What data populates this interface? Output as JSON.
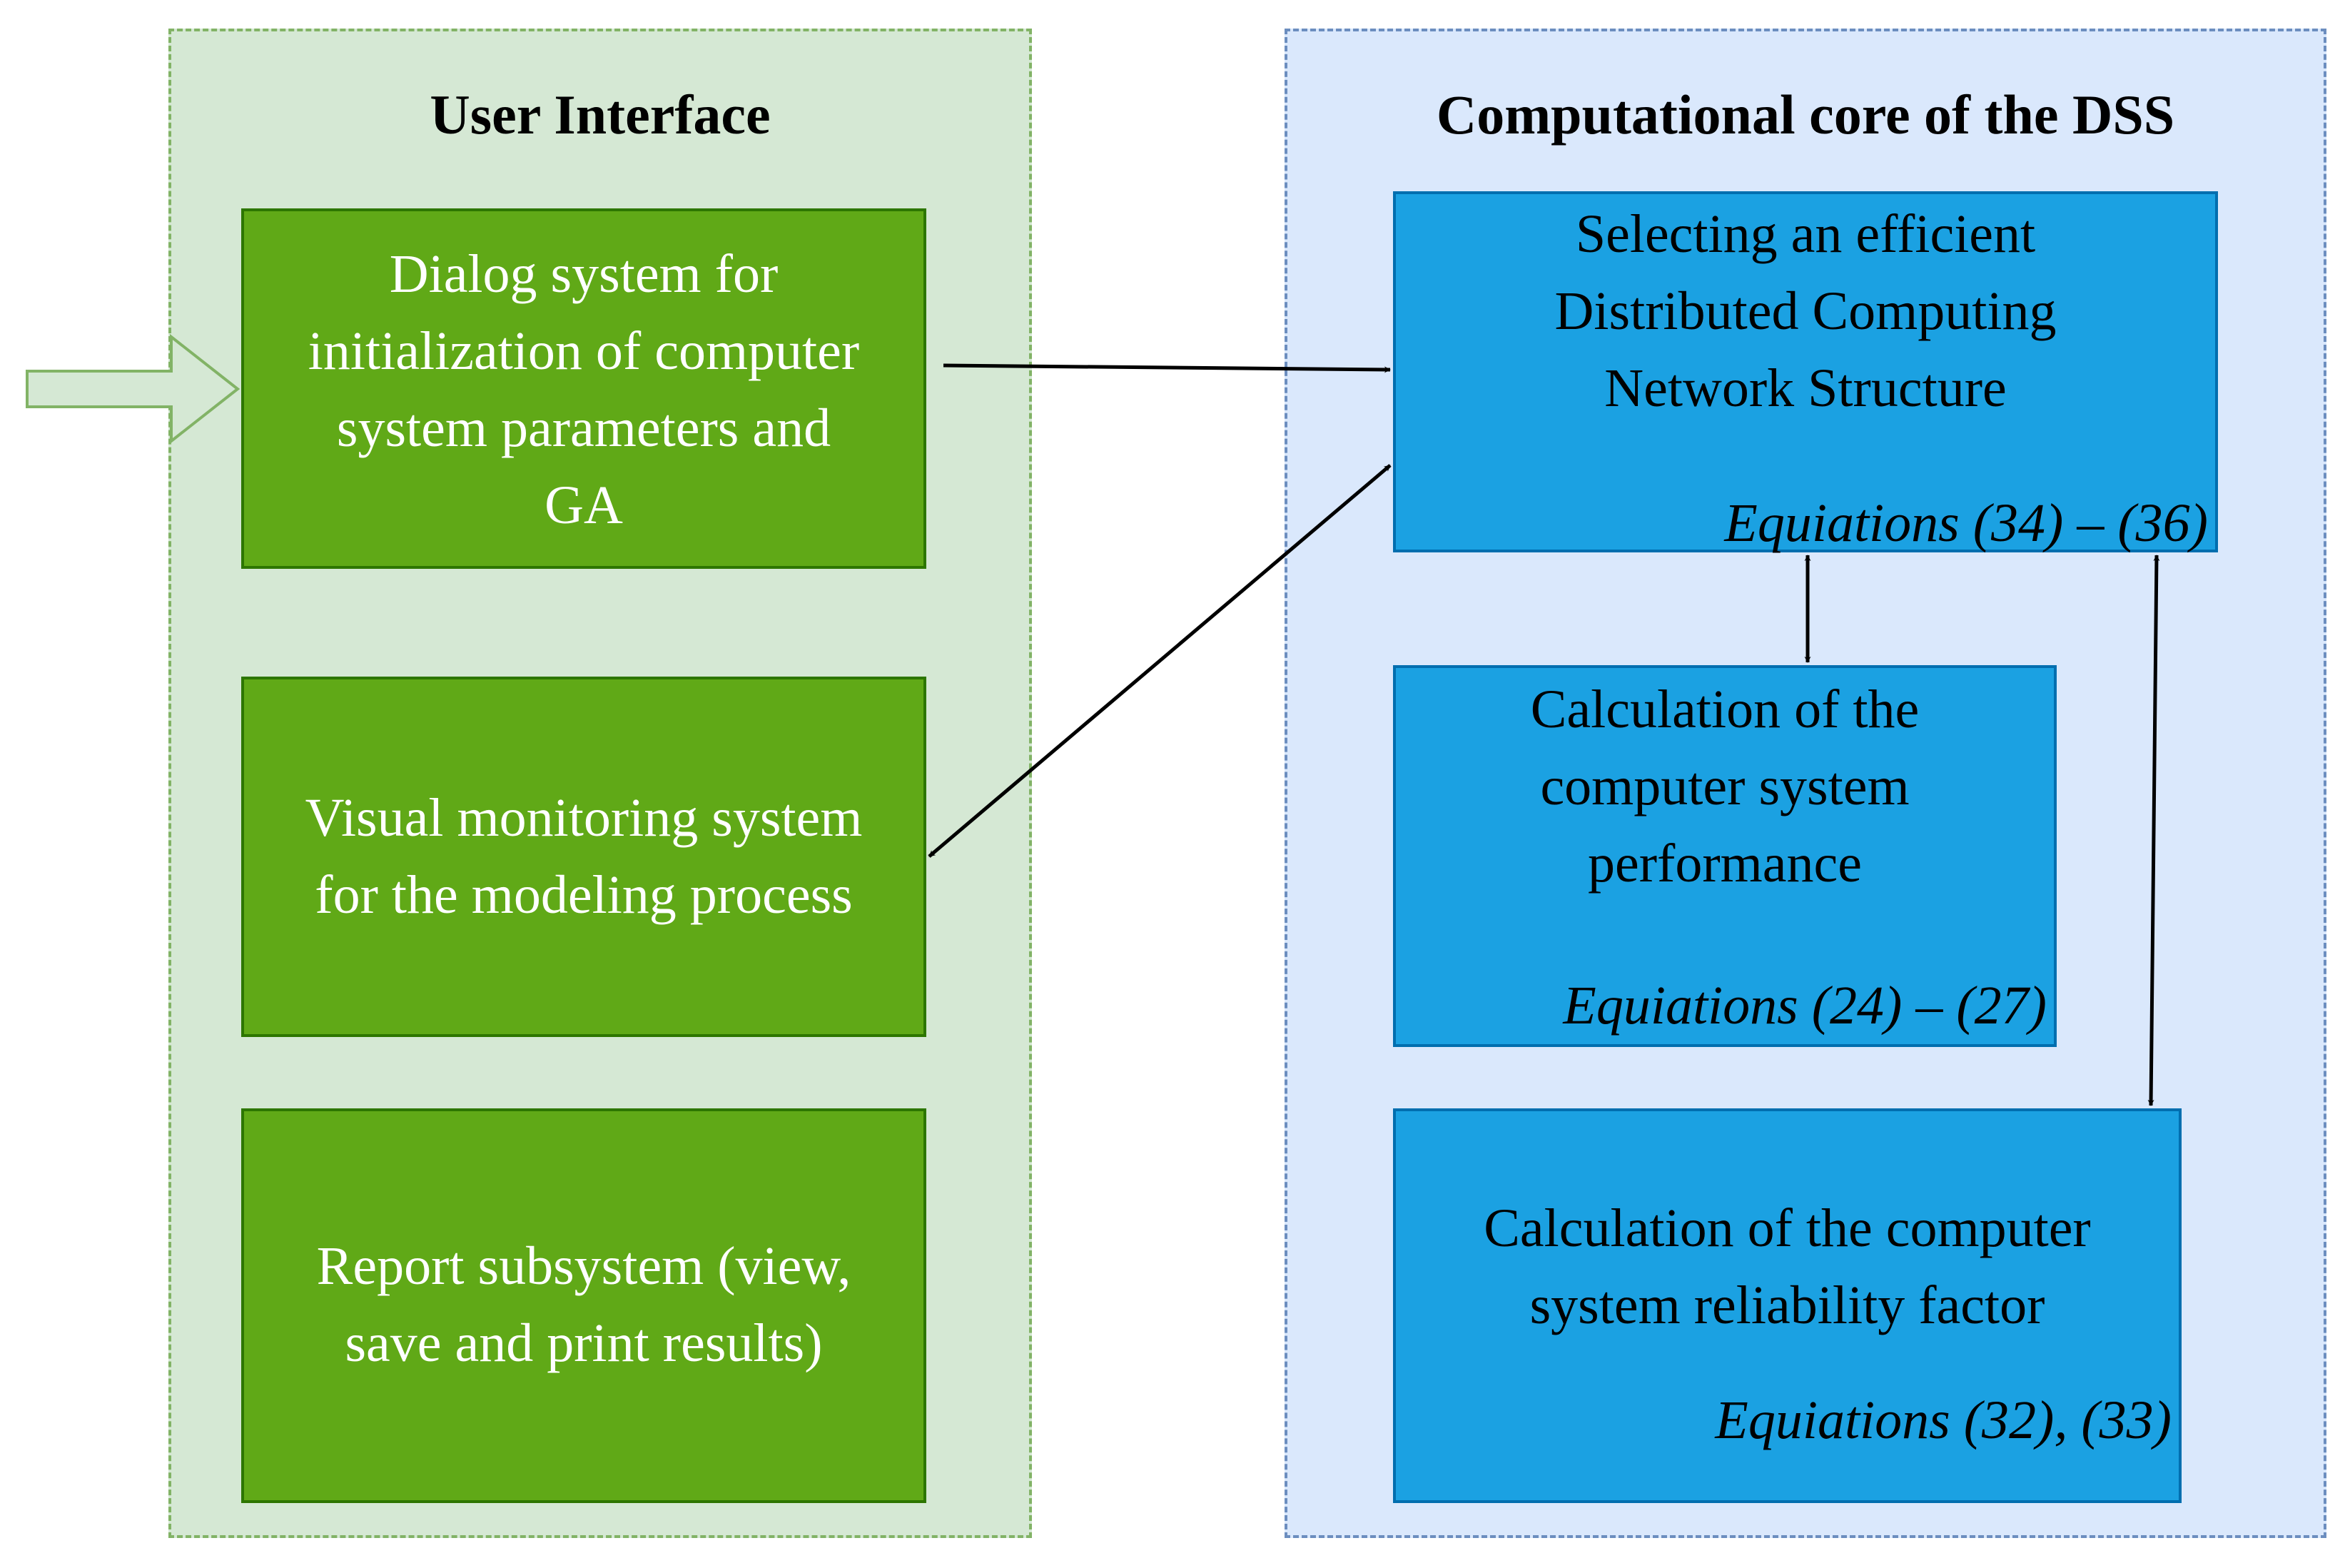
{
  "user_interface": {
    "title": "User Interface",
    "dialog_box": "Dialog system for\ninitialization of computer\nsystem parameters and\nGA",
    "monitor_box": "Visual monitoring system\nfor the modeling process",
    "report_box": "Report subsystem (view,\nsave and print results)"
  },
  "core": {
    "title": "Computational core of the DSS",
    "select_box": {
      "text": "Selecting an efficient\nDistributed Computing\nNetwork Structure",
      "equations": "Equiations (34) – (36)"
    },
    "performance_box": {
      "text": "Calculation of the\ncomputer system\nperformance",
      "equations": "Equiations (24) – (27)"
    },
    "reliability_box": {
      "text": "Calculation of the computer\nsystem  reliability factor",
      "equations": "Equiations (32), (33)"
    }
  },
  "colors": {
    "ui_bg": "#d5e8d4",
    "ui_border": "#82b366",
    "core_bg": "#dae8fc",
    "core_border": "#6c8ebf",
    "green_box": "#60a917",
    "blue_box": "#1ba1e2"
  }
}
